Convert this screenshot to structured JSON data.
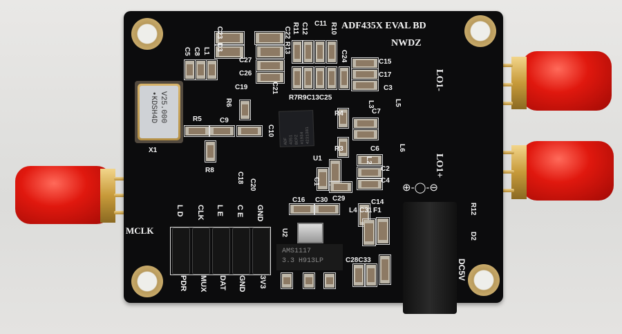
{
  "board": {
    "title": "ADF435X EVAL BD",
    "maker": "NWDZ",
    "chip_marking": [
      "ADF",
      "4351",
      "BCPZ",
      "#1934",
      "4231381"
    ],
    "crystal_marking": [
      "V25.000",
      "•KDSH4D"
    ],
    "regulator_marking": [
      "AMS1117",
      "3.3 H913LP"
    ],
    "polarity_symbol": "⊕-◯-⊖",
    "connectors": {
      "mclk": "MCLK",
      "lo_minus": "LO1-",
      "lo_plus": "LO1+",
      "dc": "DC5V"
    },
    "header_top": [
      "L D",
      "CLK",
      "L E",
      "C E",
      "GND"
    ],
    "header_bottom": [
      "PDR",
      "MUX",
      "DAT",
      "GND",
      "3V3"
    ],
    "refs": [
      "C23",
      "D3",
      "C22",
      "R13",
      "R11",
      "C12",
      "C11",
      "R10",
      "C5",
      "C8",
      "L1",
      "C27",
      "C26",
      "C19",
      "C21",
      "R6",
      "R5",
      "C9",
      "C10",
      "X1",
      "R8",
      "C18",
      "C20",
      "R7R9C13C25",
      "C24",
      "C15",
      "C17",
      "C3",
      "L3",
      "L5",
      "R4",
      "C7",
      "R3",
      "C6",
      "L2",
      "L6",
      "U1",
      "C1",
      "C2",
      "C4",
      "C16",
      "C30",
      "C29",
      "C14",
      "L4",
      "C31",
      "F1",
      "U2",
      "C28C33",
      "R12",
      "D2"
    ]
  }
}
